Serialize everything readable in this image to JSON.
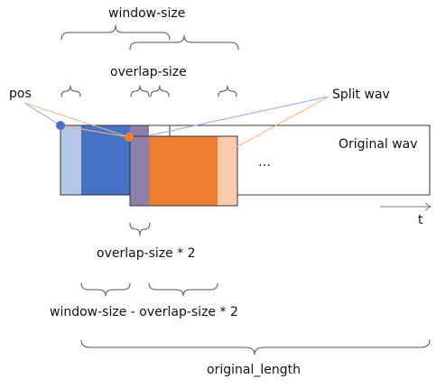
{
  "labels": {
    "window_size": "window-size",
    "overlap_size": "overlap-size",
    "pos": "pos",
    "split_wav": "Split wav",
    "original_wav": "Original wav",
    "ellipsis": "…",
    "time_axis": "t",
    "overlap_size_x2": "overlap-size * 2",
    "window_minus_overlap": "window-size - overlap-size * 2",
    "original_length": "original_length"
  },
  "colors": {
    "blue_core": "#4472c4",
    "blue_light": "#b4c7e7",
    "orange_core": "#ed7d31",
    "orange_light": "#f8cbad",
    "overlap_purple": "#8e7fa8",
    "blue_line": "#8faadc",
    "orange_line": "#f4b183",
    "frame_stroke": "#333333"
  }
}
